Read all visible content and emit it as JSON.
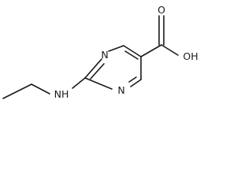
{
  "molecule": {
    "atoms": {
      "ring_n_top": "N",
      "ring_n_bottom": "N",
      "amine_nh": "NH",
      "hydroxyl": "OH",
      "carbonyl_o": "O"
    }
  }
}
